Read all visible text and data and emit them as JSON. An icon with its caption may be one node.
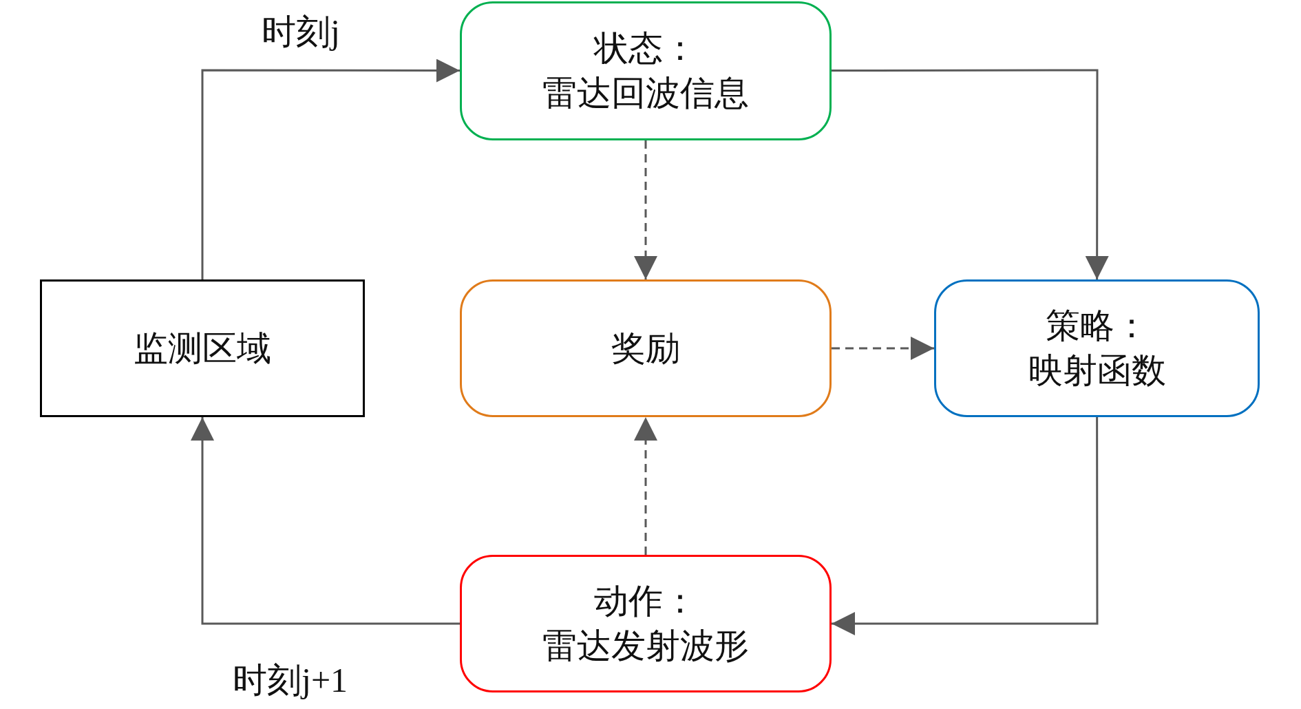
{
  "diagram": {
    "nodes": [
      {
        "text": [
          "监测区域"
        ]
      },
      {
        "text": [
          "状态：",
          "雷达回波信息"
        ]
      },
      {
        "text": [
          "奖励"
        ]
      },
      {
        "text": [
          "策略：",
          "映射函数"
        ]
      },
      {
        "text": [
          "动作：",
          "雷达发射波形"
        ]
      }
    ],
    "edges": [
      {
        "from": 0,
        "to": 1,
        "arrow": "to",
        "label": "时刻j"
      },
      {
        "from": 1,
        "to": 3,
        "arrow": "to"
      },
      {
        "from": 3,
        "to": 4,
        "arrow": "to"
      },
      {
        "from": 4,
        "to": 0,
        "arrow": "to",
        "label": "时刻j+1"
      },
      {
        "from": 1,
        "to": 2,
        "arrow": "to",
        "style": "dashed"
      },
      {
        "from": 4,
        "to": 2,
        "arrow": "to",
        "style": "dashed"
      },
      {
        "from": 2,
        "to": 3,
        "arrow": "to",
        "style": "dashed"
      }
    ]
  }
}
